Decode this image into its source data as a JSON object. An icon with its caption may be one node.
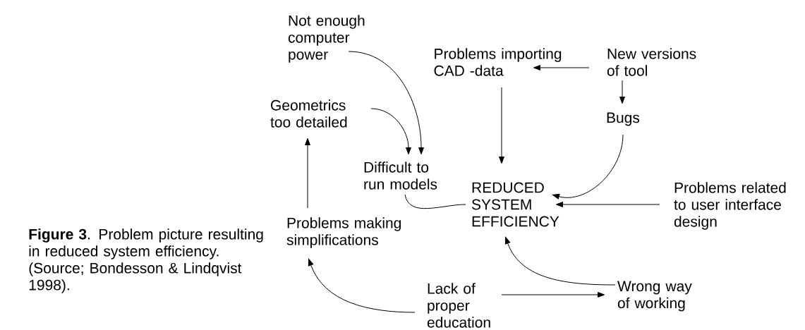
{
  "diagram": {
    "caption": "**Figure 3**. Problem picture resulting in reduced system efficiency. (Source; Bondesson & Lindqvist 1998).",
    "nodes": [
      {
        "text": [
          "Not enough computer power"
        ]
      },
      {
        "text": [
          "Problems importing CAD -data"
        ]
      },
      {
        "text": [
          "New versions of tool"
        ]
      },
      {
        "text": [
          "Geometrics too detailed"
        ]
      },
      {
        "text": [
          "Bugs"
        ]
      },
      {
        "text": [
          "Difficult to run models"
        ]
      },
      {
        "text": [
          "REDUCED SYSTEM EFFICIENCY"
        ]
      },
      {
        "text": [
          "Problems related to user interface design"
        ]
      },
      {
        "text": [
          "Problems making simplifications"
        ]
      },
      {
        "text": [
          "Lack of proper education"
        ]
      },
      {
        "text": [
          "Wrong way of working"
        ]
      }
    ],
    "edges": [
      {
        "from": 0,
        "to": 5,
        "arrow": "to"
      },
      {
        "from": 3,
        "to": 5,
        "arrow": "to"
      },
      {
        "from": 2,
        "to": 1,
        "arrow": "to"
      },
      {
        "from": 1,
        "to": 6,
        "arrow": "to"
      },
      {
        "from": 2,
        "to": 4,
        "arrow": "to"
      },
      {
        "from": 4,
        "to": 6,
        "arrow": "to"
      },
      {
        "from": 5,
        "to": 6,
        "arrow": "none"
      },
      {
        "from": 7,
        "to": 6,
        "arrow": "to"
      },
      {
        "from": 8,
        "to": 3,
        "arrow": "to"
      },
      {
        "from": 9,
        "to": 8,
        "arrow": "to"
      },
      {
        "from": 9,
        "to": 10,
        "arrow": "to"
      },
      {
        "from": 10,
        "to": 6,
        "arrow": "to"
      }
    ]
  }
}
